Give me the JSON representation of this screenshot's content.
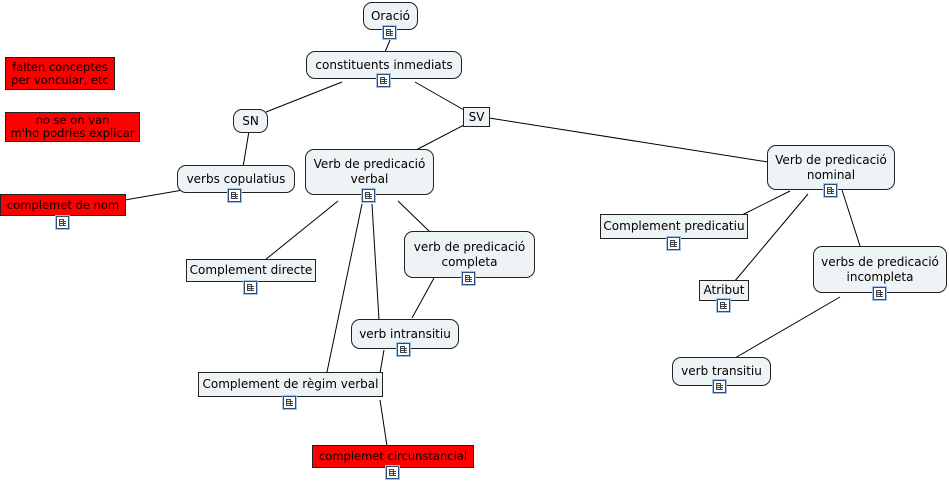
{
  "diagram": {
    "title": "",
    "nodes": {
      "oracio": "Oració",
      "constituents": "constituents inmediats",
      "sn": "SN",
      "sv": "SV",
      "verbs_copulatius": "verbs copulatius",
      "complemet_de_nom": "complemet de nom",
      "note_falten": "falten conceptes\nper voncular, etc",
      "note_no_se": "no se on van\nm'ho podries explicar",
      "verb_pred_verbal": "Verb de predicació\nverbal",
      "verb_pred_completa": "verb de predicació\ncompleta",
      "complement_directe": "Complement directe",
      "verb_intransitiu": "verb intransitiu",
      "complement_regim": "Complement de règim verbal",
      "complemet_circumstancial": "complemet circunstancial",
      "verb_pred_nominal": "Verb de predicació\nnominal",
      "complement_predicatiu": "Complement predicatiu",
      "atribut": "Atribut",
      "verbs_pred_incompleta": "verbs de predicació\nincompleta",
      "verb_transitiu": "verb transitiu"
    },
    "colors": {
      "node_fill": "#eef3f6",
      "note_fill": "#ff0000",
      "edge": "#000000",
      "doc_icon": "#2b4f7a"
    },
    "icons": [
      "document-icon"
    ]
  }
}
